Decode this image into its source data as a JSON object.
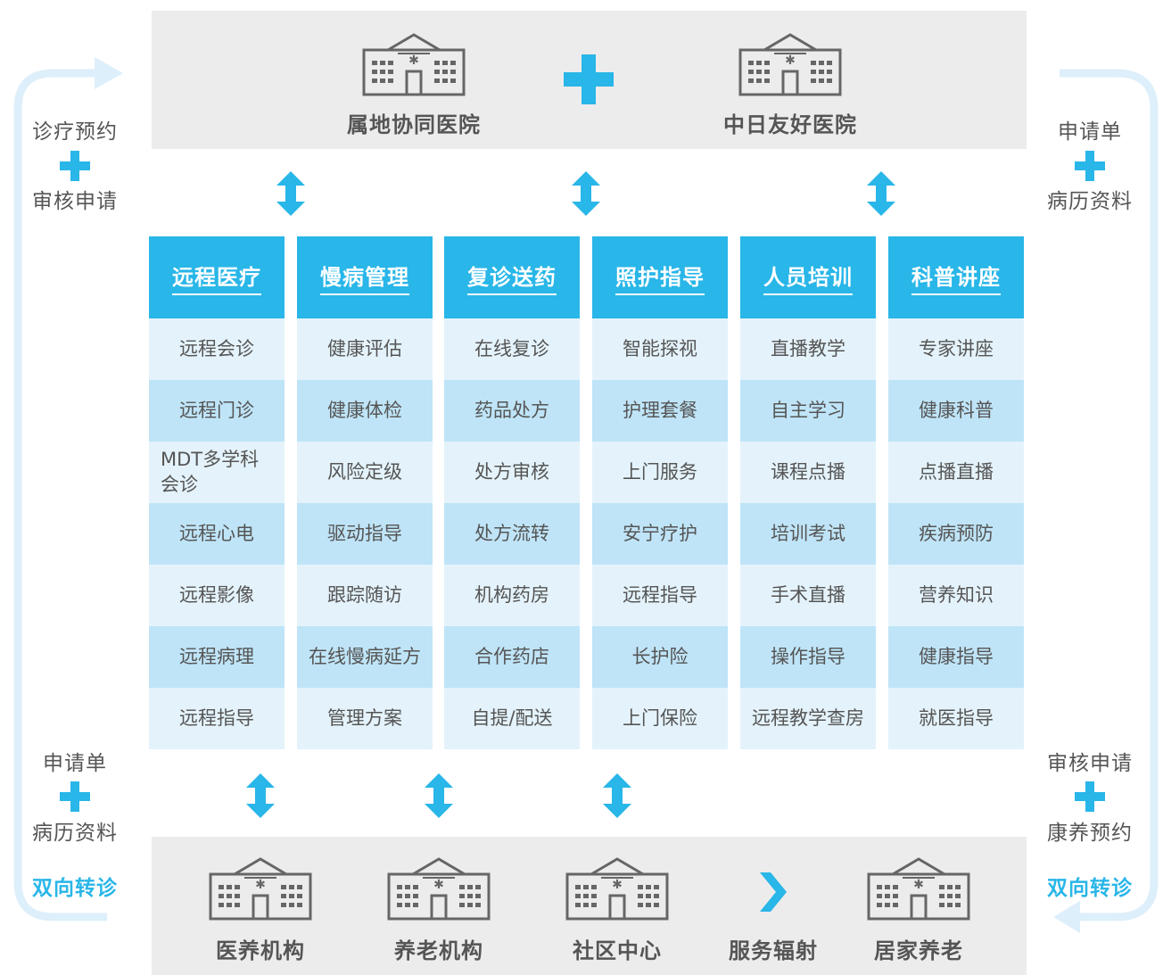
{
  "top": {
    "hospital_left": "属地协同医院",
    "hospital_right": "中日友好医院"
  },
  "side": {
    "left_top_1": "诊疗预约",
    "left_top_2": "审核申请",
    "right_top_1": "申请单",
    "right_top_2": "病历资料",
    "left_bottom_1": "申请单",
    "left_bottom_2": "病历资料",
    "left_bottom_blue": "双向转诊",
    "right_bottom_1": "审核申请",
    "right_bottom_2": "康养预约",
    "right_bottom_blue": "双向转诊"
  },
  "columns": [
    {
      "title": "远程医疗",
      "items": [
        "远程会诊",
        "远程门诊",
        "MDT多学科会诊",
        "远程心电",
        "远程影像",
        "远程病理",
        "远程指导"
      ]
    },
    {
      "title": "慢病管理",
      "items": [
        "健康评估",
        "健康体检",
        "风险定级",
        "驱动指导",
        "跟踪随访",
        "在线慢病延方",
        "管理方案"
      ]
    },
    {
      "title": "复诊送药",
      "items": [
        "在线复诊",
        "药品处方",
        "处方审核",
        "处方流转",
        "机构药房",
        "合作药店",
        "自提/配送"
      ]
    },
    {
      "title": "照护指导",
      "items": [
        "智能探视",
        "护理套餐",
        "上门服务",
        "安宁疗护",
        "远程指导",
        "长护险",
        "上门保险"
      ]
    },
    {
      "title": "人员培训",
      "items": [
        "直播教学",
        "自主学习",
        "课程点播",
        "培训考试",
        "手术直播",
        "操作指导",
        "远程教学查房"
      ]
    },
    {
      "title": "科普讲座",
      "items": [
        "专家讲座",
        "健康科普",
        "点播直播",
        "疾病预防",
        "营养知识",
        "健康指导",
        "就医指导"
      ]
    }
  ],
  "bottom": {
    "items": [
      "医养机构",
      "养老机构",
      "社区中心",
      "服务辐射",
      "居家养老"
    ]
  },
  "colors": {
    "accent": "#29b6e8",
    "band": "#ececec",
    "row_light": "#e4f3fb",
    "row_dark": "#bfe4f7",
    "loop": "#dcefFa"
  },
  "icons": [
    "building-icon",
    "plus-icon",
    "double-arrow-icon",
    "chevron-right-icon",
    "loop-arrow-icon"
  ]
}
